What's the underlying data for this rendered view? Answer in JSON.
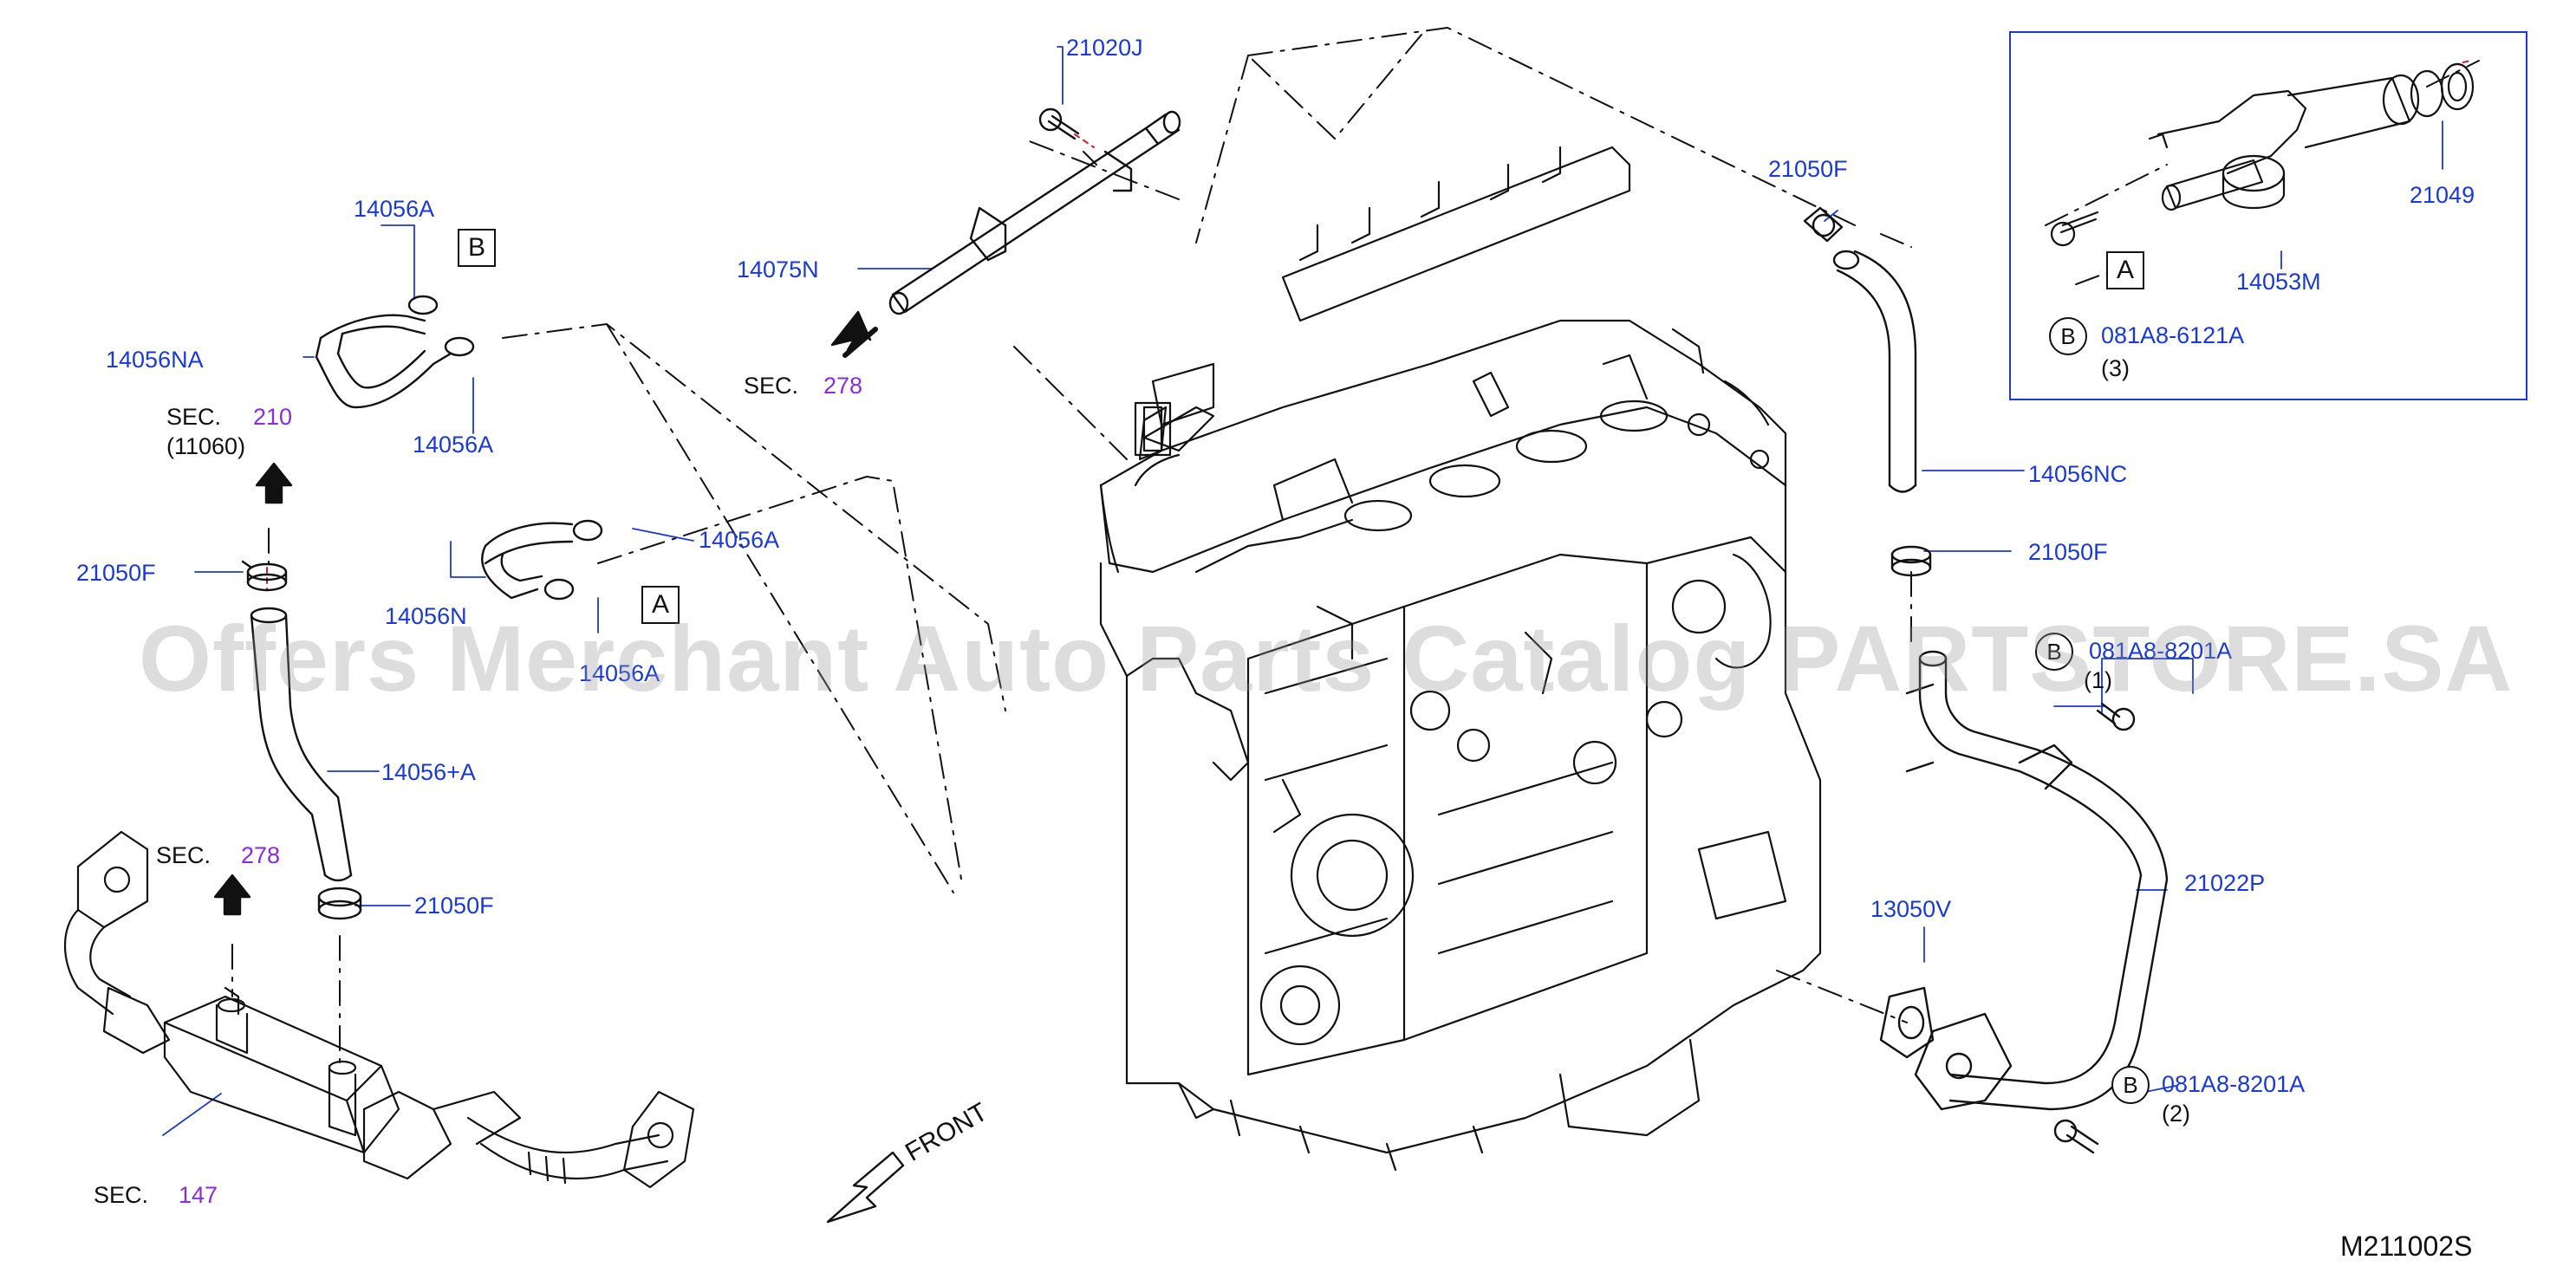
{
  "watermark": "Offers Merchant Auto Parts Catalog PARTSTORE.SA",
  "diagram_code": "M211002S",
  "front_label": "FRONT",
  "sec_word": "SEC.",
  "sections": {
    "sec_210": "210",
    "sec_210_sub": "(11060)",
    "sec_278_top": "278",
    "sec_278_left": "278",
    "sec_147": "147"
  },
  "parts": {
    "p21020J": "21020J",
    "p14075N": "14075N",
    "p21050F_top": "21050F",
    "p14056NC": "14056NC",
    "p21050F_right": "21050F",
    "p14056A_1": "14056A",
    "p14056NA": "14056NA",
    "p14056A_2": "14056A",
    "p21050F_left": "21050F",
    "p14056A_3": "14056A",
    "p14056N": "14056N",
    "p14056A_4": "14056A",
    "p14056plusA": "14056+A",
    "p21050F_bottom": "21050F",
    "p21049": "21049",
    "p14053M": "14053M",
    "p081A8_6121A": "081A8-6121A",
    "qty_3": "(3)",
    "p081A8_8201A_top": "081A8-8201A",
    "qty_1": "(1)",
    "p21022P": "21022P",
    "p13050V": "13050V",
    "p081A8_8201A_bottom": "081A8-8201A",
    "qty_2": "(2)"
  },
  "callouts": {
    "A": "A",
    "B": "B"
  },
  "colors": {
    "part_number": "#1a3ad6",
    "section_number": "#8a2be2",
    "line": "#111111",
    "watermark": "#969696"
  }
}
